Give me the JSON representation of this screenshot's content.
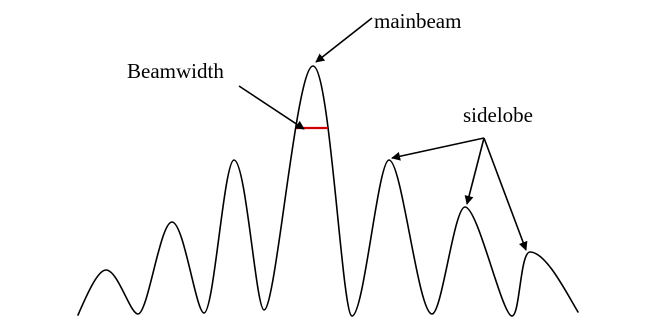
{
  "labels": {
    "mainbeam": "mainbeam",
    "beamwidth": "Beamwidth",
    "sidelobe": "sidelobe"
  },
  "colors": {
    "curve": "#000000",
    "beamwidth_marker": "#d00000",
    "background": "#ffffff"
  },
  "lobes": {
    "mainbeam_count": 1,
    "sidelobe_count_left": 3,
    "sidelobe_count_right": 3
  }
}
